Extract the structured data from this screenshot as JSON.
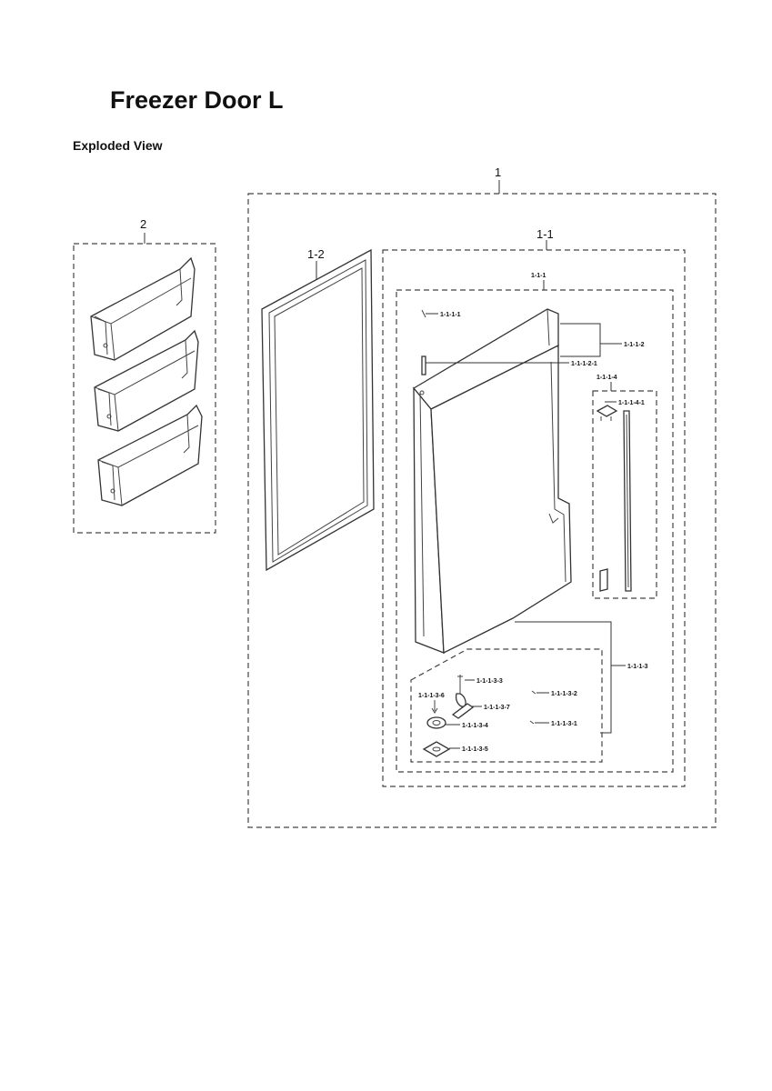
{
  "header": {
    "title": "Freezer Door L",
    "subtitle": "Exploded View"
  },
  "callouts": {
    "c_1": "1",
    "c_2": "2",
    "c_1_1": "1-1",
    "c_1_2": "1-2",
    "c_1_1_1": "1-1-1",
    "c_1_1_1_1": "1-1-1-1",
    "c_1_1_1_2": "1-1-1-2",
    "c_1_1_1_2_1": "1-1-1-2-1",
    "c_1_1_1_3": "1-1-1-3",
    "c_1_1_1_3_1": "1-1-1-3-1",
    "c_1_1_1_3_2": "1-1-1-3-2",
    "c_1_1_1_3_3": "1-1-1-3-3",
    "c_1_1_1_3_4": "1-1-1-3-4",
    "c_1_1_1_3_5": "1-1-1-3-5",
    "c_1_1_1_3_6": "1-1-1-3-6",
    "c_1_1_1_3_7": "1-1-1-3-7",
    "c_1_1_1_4": "1-1-1-4",
    "c_1_1_1_4_1": "1-1-1-4-1"
  }
}
